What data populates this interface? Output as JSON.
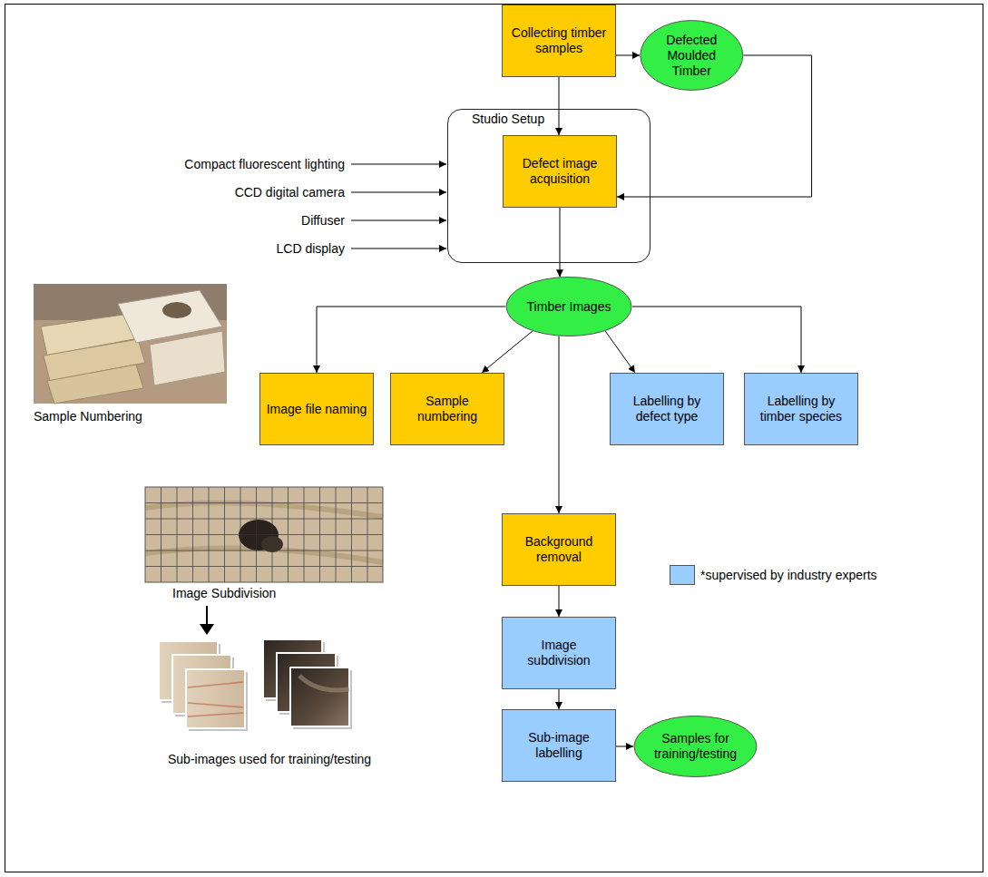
{
  "diagram": {
    "nodes": [
      {
        "text": [
          "Collecting timber samples"
        ]
      },
      {
        "text": [
          "Defected Moulded Timber"
        ]
      },
      {
        "text": [
          "Studio Setup"
        ]
      },
      {
        "text": [
          "Defect image acquisition"
        ],
        "in": 2
      },
      {
        "text": [
          "Timber Images"
        ]
      },
      {
        "text": [
          "Image file naming"
        ]
      },
      {
        "text": [
          "Sample numbering"
        ]
      },
      {
        "text": [
          "Labelling by defect type"
        ]
      },
      {
        "text": [
          "Labelling by timber species"
        ]
      },
      {
        "text": [
          "Background removal"
        ]
      },
      {
        "text": [
          "Image subdivision"
        ]
      },
      {
        "text": [
          "Sub-image labelling"
        ]
      },
      {
        "text": [
          "Samples for training/testing"
        ]
      }
    ],
    "edges": [
      {
        "from": 0,
        "to": 1,
        "arrow": "to"
      },
      {
        "from": 0,
        "to": 3,
        "arrow": "to"
      },
      {
        "from": 1,
        "to": 3,
        "arrow": "to"
      },
      {
        "from": 3,
        "to": 4,
        "arrow": "to"
      },
      {
        "from": 4,
        "to": 5,
        "arrow": "to"
      },
      {
        "from": 4,
        "to": 6,
        "arrow": "to"
      },
      {
        "from": 4,
        "to": 7,
        "arrow": "to"
      },
      {
        "from": 4,
        "to": 8,
        "arrow": "to"
      },
      {
        "from": 4,
        "to": 9,
        "arrow": "to"
      },
      {
        "from": 9,
        "to": 10,
        "arrow": "to"
      },
      {
        "from": 10,
        "to": 11,
        "arrow": "to"
      },
      {
        "from": 11,
        "to": 12,
        "arrow": "to"
      }
    ],
    "labels": [
      "Compact fluorescent lighting",
      "CCD digital camera",
      "Diffuser",
      "LCD display",
      "Sample Numbering",
      "Image Subdivision",
      "Sub-images used for training/testing"
    ],
    "legend": [
      {
        "text": "*supervised by industry experts",
        "color": "#99ccff"
      }
    ]
  }
}
